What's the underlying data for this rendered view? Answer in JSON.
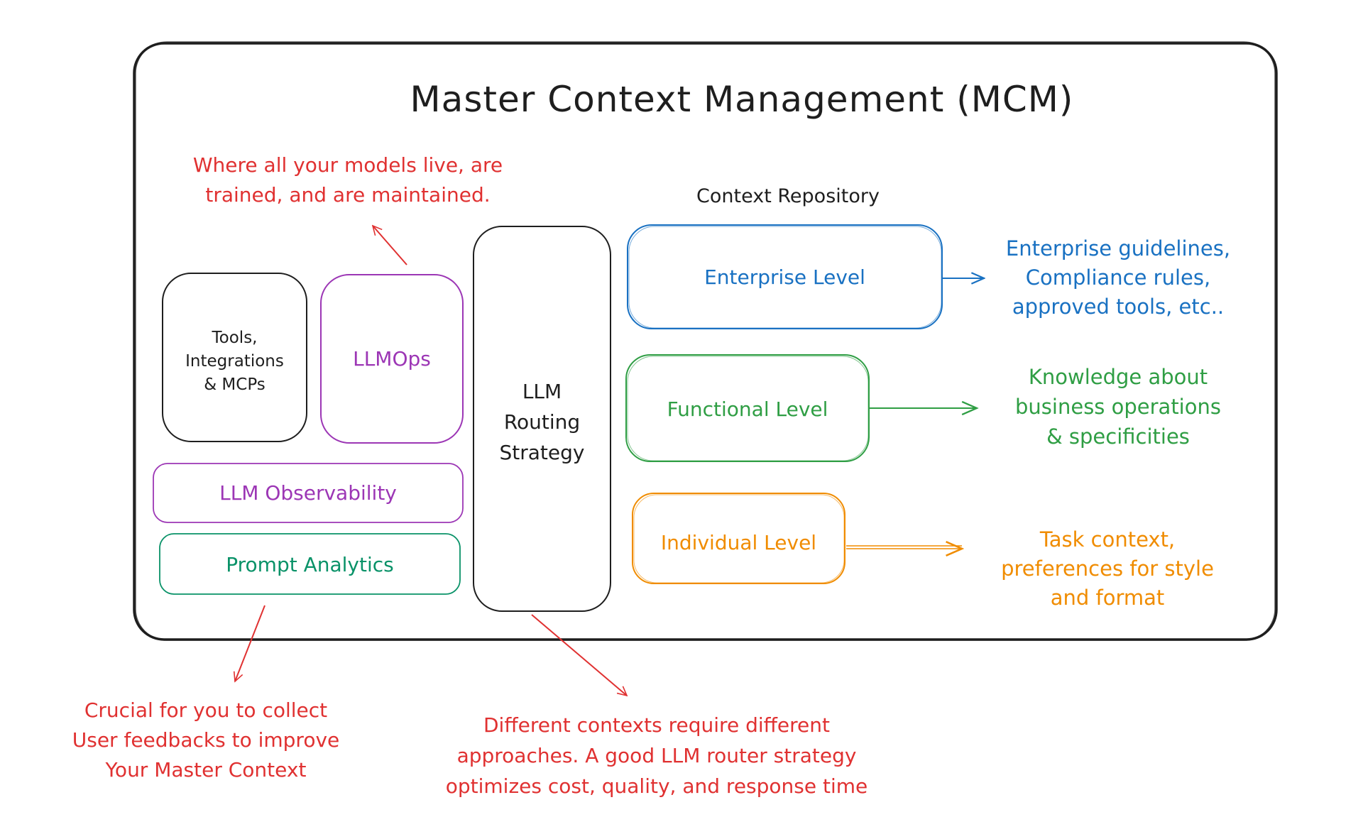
{
  "title": "Master Context Management (MCM)",
  "colors": {
    "ink": "#1e1e1e",
    "red": "#e03131",
    "blue": "#1971c2",
    "green": "#2f9e44",
    "teal": "#099268",
    "purple": "#9c36b5",
    "orange": "#f08c00"
  },
  "notes": {
    "llmops_note": [
      "Where all your models live, are",
      "trained, and are maintained."
    ],
    "analytics_note": [
      "Crucial for you to collect",
      "User feedbacks to improve",
      "Your Master Context"
    ],
    "routing_note": [
      "Different contexts require different",
      "approaches. A good LLM router strategy",
      "optimizes cost, quality, and response time"
    ]
  },
  "left_components": {
    "tools": [
      "Tools,",
      "Integrations",
      "& MCPs"
    ],
    "llmops": "LLMOps",
    "observability": "LLM Observability",
    "prompt_analytics": "Prompt Analytics"
  },
  "routing": [
    "LLM",
    "Routing",
    "Strategy"
  ],
  "context_repository": {
    "heading": "Context Repository",
    "levels": [
      {
        "name": "Enterprise Level",
        "color": "#1971c2",
        "description": [
          "Enterprise guidelines,",
          "Compliance rules,",
          "approved tools, etc.."
        ]
      },
      {
        "name": "Functional Level",
        "color": "#2f9e44",
        "description": [
          "Knowledge about",
          "business operations",
          "& specificities"
        ]
      },
      {
        "name": "Individual Level",
        "color": "#f08c00",
        "description": [
          "Task context,",
          "preferences for style",
          "and format"
        ]
      }
    ]
  }
}
